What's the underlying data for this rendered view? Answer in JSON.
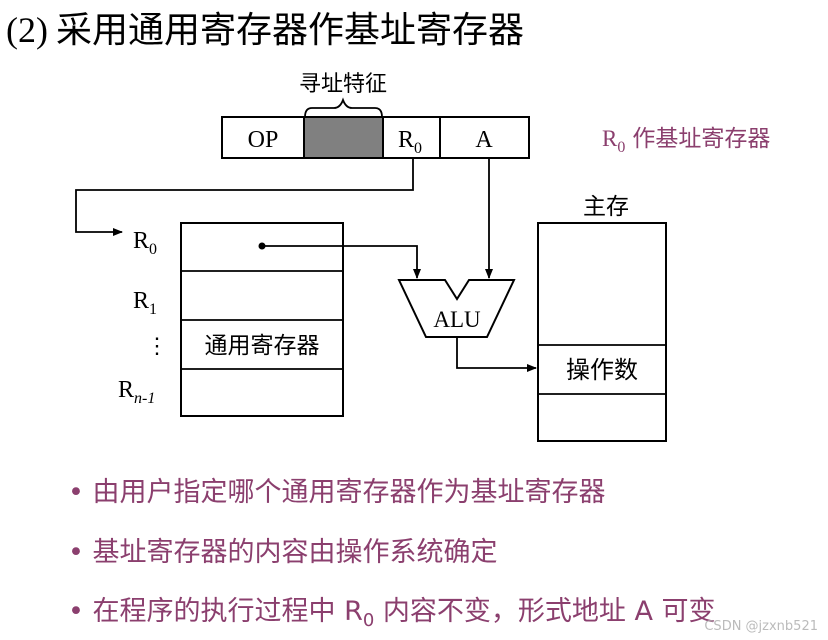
{
  "title_prefix": "(2)",
  "title_text": "采用通用寄存器作基址寄存器",
  "instruction": {
    "brace_label": "寻址特征",
    "op": "OP",
    "reg": "R",
    "reg_sub": "0",
    "addr": "A"
  },
  "note": {
    "reg": "R",
    "sub": "0",
    "text": "作基址寄存器"
  },
  "registers": {
    "rows": [
      {
        "name": "R",
        "sub": "0"
      },
      {
        "name": "R",
        "sub": "1"
      },
      {
        "name": "⋮",
        "sub": ""
      },
      {
        "name": "R",
        "sub": "n-1"
      }
    ],
    "box_label": "通用寄存器"
  },
  "alu": {
    "label": "ALU"
  },
  "memory": {
    "title": "主存",
    "operand": "操作数"
  },
  "bullets": [
    {
      "text": "由用户指定哪个通用寄存器作为基址寄存器"
    },
    {
      "text": "基址寄存器的内容由操作系统确定"
    },
    {
      "pre": "在程序的执行过程中 R",
      "sub": "0",
      "mid": " 内容不变，形式地址 A 可变"
    }
  ],
  "watermark": "CSDN @jzxnb521",
  "colors": {
    "accent": "#8b3f6e",
    "shaded": "#808080",
    "text": "#000000"
  }
}
